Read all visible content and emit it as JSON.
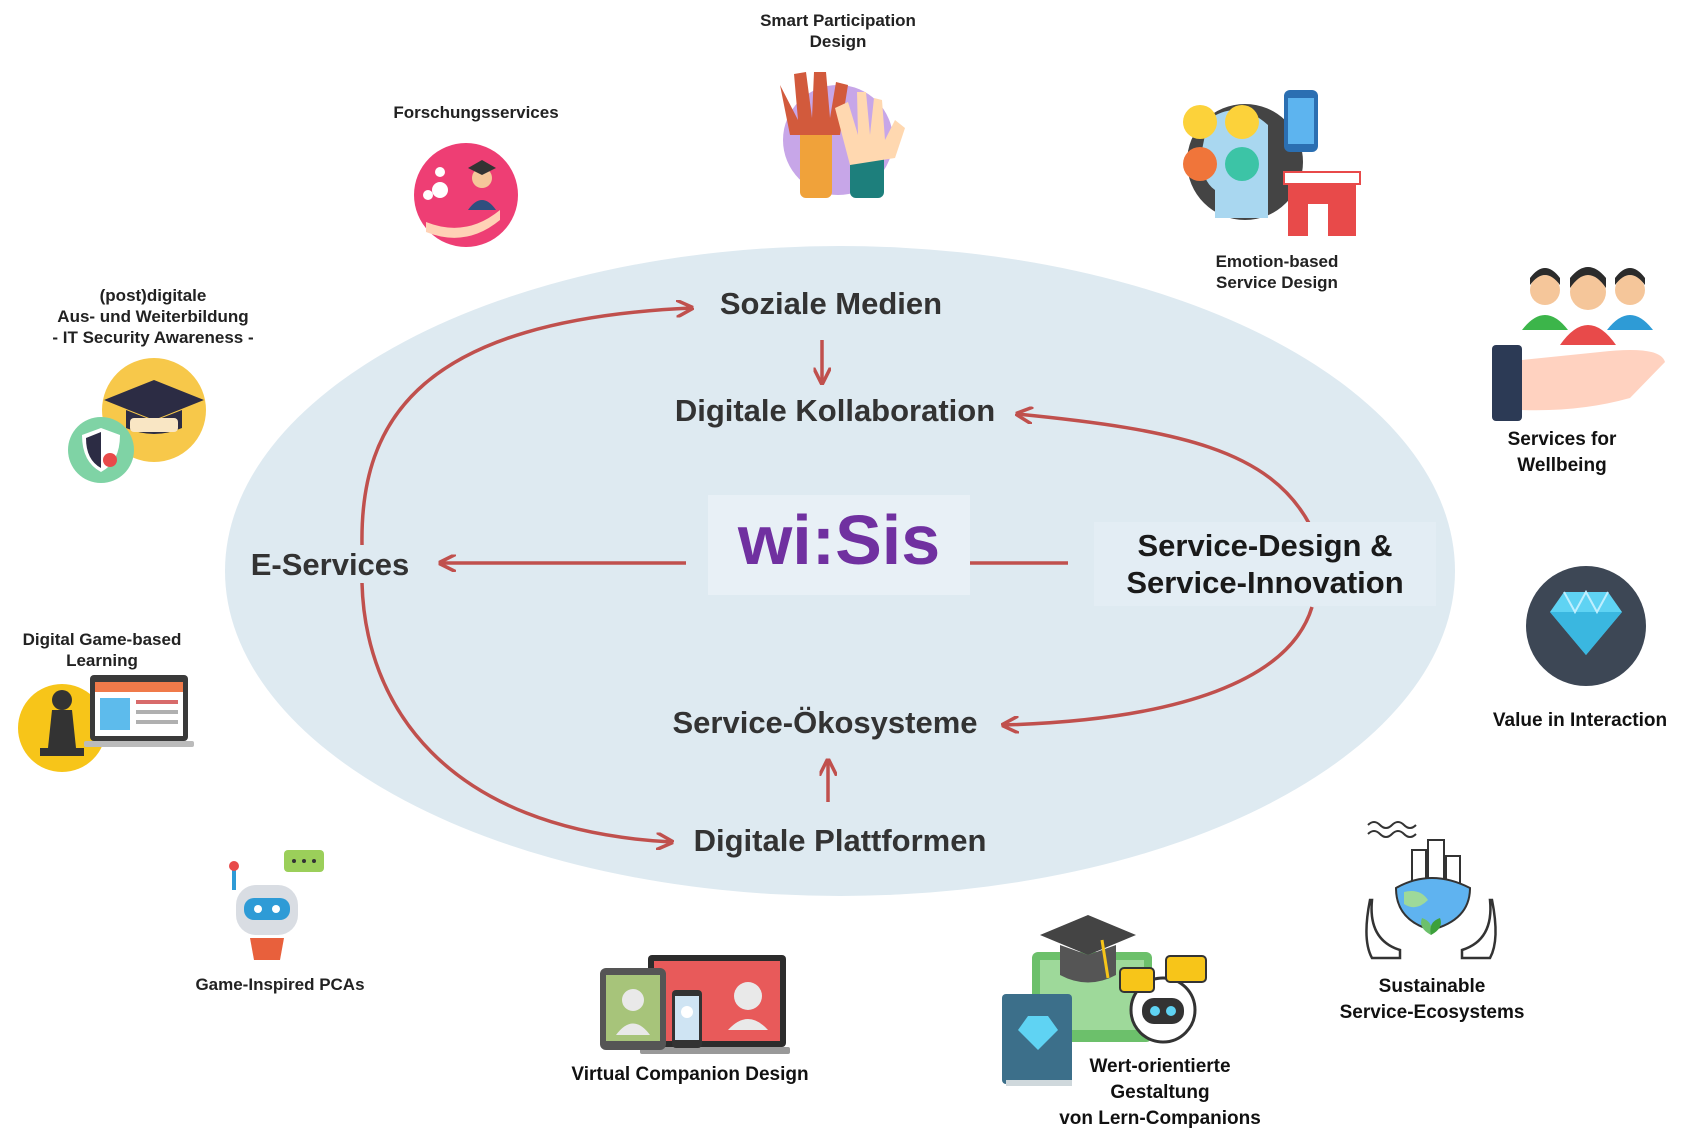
{
  "center": {
    "logo": "wi:Sis",
    "colors": {
      "logo": "#7030a0",
      "ellipse": "#deeaf1",
      "arrow": "#c0504d"
    }
  },
  "core_nodes": {
    "soziale_medien": "Soziale Medien",
    "digitale_kollaboration": "Digitale Kollaboration",
    "e_services": "E-Services",
    "service_design_line1": "Service-Design &",
    "service_design_line2": "Service-Innovation",
    "service_oekosysteme": "Service-Ökosysteme",
    "digitale_plattformen": "Digitale Plattformen"
  },
  "topics": {
    "smart_participation": {
      "line1": "Smart Participation",
      "line2": "Design",
      "icon": "raised-hands-icon"
    },
    "forschungsservices": {
      "line1": "Forschungsservices",
      "icon": "research-services-icon"
    },
    "emotion_based": {
      "line1": "Emotion-based",
      "line2": "Service Design",
      "icon": "emotion-faces-icon"
    },
    "post_digitale": {
      "line1": "(post)digitale",
      "line2": "Aus- und Weiterbildung",
      "line3": "- IT Security Awareness -",
      "icon": "graduation-shield-icon"
    },
    "wellbeing": {
      "line1": "Services for",
      "line2": "Wellbeing",
      "icon": "people-hand-icon"
    },
    "value_interaction": {
      "line1": "Value in Interaction",
      "icon": "diamond-icon"
    },
    "game_learning": {
      "line1": "Digital Game-based",
      "line2": "Learning",
      "icon": "chess-laptop-icon"
    },
    "game_pcas": {
      "line1": "Game-Inspired PCAs",
      "icon": "robot-chat-icon"
    },
    "virtual_companion": {
      "line1": "Virtual Companion Design",
      "icon": "devices-avatar-icon"
    },
    "wert_orientiert": {
      "line1": "Wert-orientierte",
      "line2": "Gestaltung",
      "line3": "von Lern-Companions",
      "icon": "book-grad-robot-icon"
    },
    "sustainable": {
      "line1": "Sustainable",
      "line2": "Service-Ecosystems",
      "icon": "earth-hands-icon"
    }
  }
}
